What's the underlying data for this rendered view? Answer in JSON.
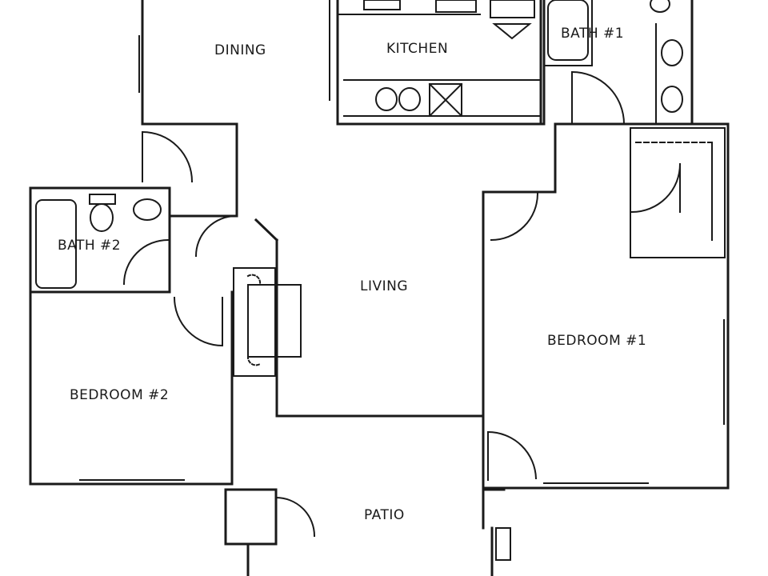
{
  "rooms": {
    "dining": "DINING",
    "kitchen": "KITCHEN",
    "bath1": "BATH #1",
    "bath2": "BATH #2",
    "living": "LIVING",
    "bedroom1": "BEDROOM #1",
    "bedroom2": "BEDROOM #2",
    "patio": "PATIO"
  },
  "colors": {
    "wall": "#1a1a1a",
    "background": "#ffffff"
  }
}
